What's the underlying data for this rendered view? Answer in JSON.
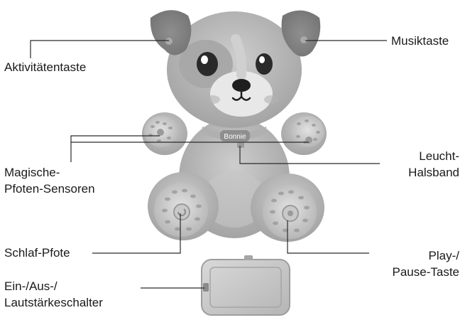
{
  "labels": {
    "activity_button": "Aktivitätentaste",
    "music_button": "Musiktaste",
    "magic_paw_sensors_line1": "Magische-",
    "magic_paw_sensors_line2": "Pfoten-Sensoren",
    "light_collar_line1": "Leucht-",
    "light_collar_line2": "Halsband",
    "sleep_paw": "Schlaf-Pfote",
    "play_pause_line1": "Play-/",
    "play_pause_line2": "Pause-Taste",
    "power_volume_line1": "Ein-/Aus-/",
    "power_volume_line2": "Lautstärkeschalter"
  },
  "collar_tag_text": "Bonnie",
  "colors": {
    "fur_light": "#bdbdbd",
    "fur_mid": "#9e9e9e",
    "fur_dark": "#7a7a7a",
    "paw_pad": "#d6d6d6",
    "leader_line": "#2a2a2a"
  }
}
